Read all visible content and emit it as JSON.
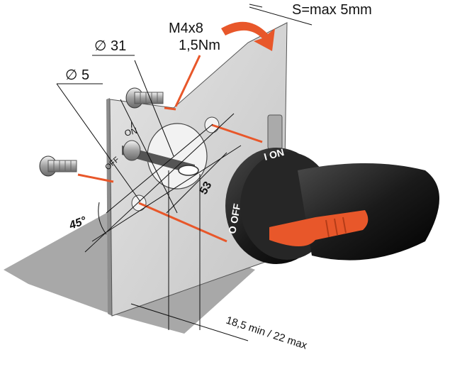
{
  "labels": {
    "screw_spec": "M4x8",
    "torque": "1,5Nm",
    "thickness": "S=max 5mm",
    "dia_large": "∅ 31",
    "dia_small": "∅ 5",
    "center_dist": "53",
    "angle": "45°",
    "depth": "18,5 min / 22 max",
    "panel_on_symbol": "I",
    "panel_on_text": "ON",
    "panel_off_text": "OFF",
    "knob_on": "I ON",
    "knob_off": "O OFF"
  },
  "colors": {
    "accent": "#e8572a",
    "panel": "#d4d4d4",
    "knob": "#1c1c1c",
    "shadow": "#a8a8a8"
  }
}
